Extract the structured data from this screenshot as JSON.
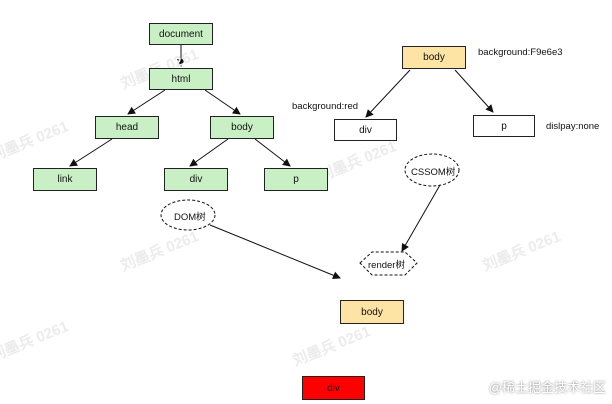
{
  "colors": {
    "dom_node": "#c9f0c4",
    "body_node": "#fde3a4",
    "div_highlight": "#ff0000",
    "plain_node": "#ffffff"
  },
  "dom_tree": {
    "document": "document",
    "html": "html",
    "head": "head",
    "body": "body",
    "link": "link",
    "div": "div",
    "p": "p"
  },
  "cssom_tree": {
    "body": "body",
    "div": "div",
    "p": "p",
    "body_style": "background:F9e6e3",
    "div_style": "background:red",
    "p_style": "dislpay:none"
  },
  "labels": {
    "dom": "DOM树",
    "cssom": "CSSOM树",
    "render": "render树"
  },
  "render_tree": {
    "body": "body",
    "div": "div"
  },
  "watermark": {
    "text": "刘墨兵 0261",
    "site": "@稀土掘金技术社区"
  }
}
